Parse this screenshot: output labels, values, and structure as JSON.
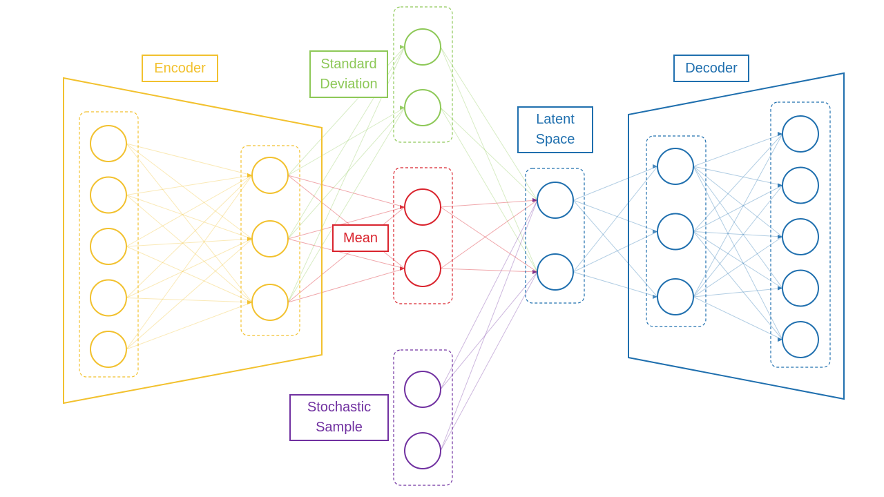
{
  "labels": {
    "encoder": "Encoder",
    "std_dev": "Standard\nDeviation",
    "mean": "Mean",
    "latent": "Latent\nSpace",
    "decoder": "Decoder",
    "sample": "Stochastic\nSample"
  },
  "colors": {
    "encoder": "#F2C12E",
    "std_dev": "#8DC857",
    "mean": "#D9232D",
    "sample": "#7030A0",
    "latent": "#1F6FAE",
    "decoder": "#1F6FAE"
  },
  "layers": {
    "encoder_input": 5,
    "encoder_hidden": 3,
    "std_dev": 2,
    "mean": 2,
    "sample": 2,
    "latent": 2,
    "decoder_hidden": 3,
    "decoder_output": 5
  }
}
